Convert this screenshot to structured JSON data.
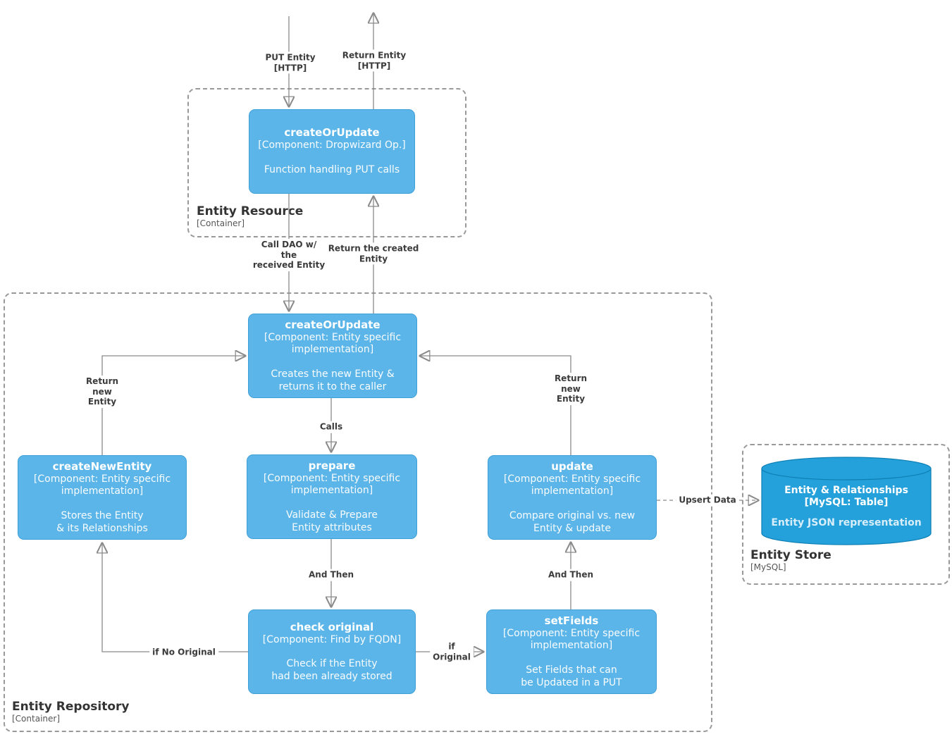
{
  "containers": {
    "entity_resource": {
      "title": "Entity Resource",
      "type": "[Container]"
    },
    "entity_repository": {
      "title": "Entity Repository",
      "type": "[Container]"
    },
    "entity_store": {
      "title": "Entity Store",
      "type": "[MySQL]"
    }
  },
  "components": {
    "create_or_update_resource": {
      "title": "createOrUpdate",
      "meta": "[Component: Dropwizard Op.]",
      "desc": "Function handling PUT calls"
    },
    "create_or_update_repo": {
      "title": "createOrUpdate",
      "meta": "[Component: Entity specific\nimplementation]",
      "desc": "Creates the new Entity &\nreturns it to the caller"
    },
    "create_new_entity": {
      "title": "createNewEntity",
      "meta": "[Component: Entity specific\nimplementation]",
      "desc": "Stores the Entity\n& its Relationships"
    },
    "prepare": {
      "title": "prepare",
      "meta": "[Component: Entity specific\nimplementation]",
      "desc": "Validate & Prepare\nEntity attributes"
    },
    "update": {
      "title": "update",
      "meta": "[Component: Entity specific\nimplementation]",
      "desc": "Compare original vs. new\nEntity & update"
    },
    "check_original": {
      "title": "check original",
      "meta": "[Component: Find by FQDN]",
      "desc": "Check if the Entity\nhad been already stored"
    },
    "set_fields": {
      "title": "setFields",
      "meta": "[Component: Entity specific\nimplementation]",
      "desc": "Set Fields that can\nbe Updated in a PUT"
    }
  },
  "store": {
    "title": "Entity & Relationships",
    "meta": "[MySQL: Table]",
    "desc": "Entity JSON representation"
  },
  "edges": {
    "put_entity": "PUT Entity\n[HTTP]",
    "return_entity": "Return Entity\n[HTTP]",
    "call_dao": "Call DAO w/\nthe\nreceived Entity",
    "return_created": "Return the created\nEntity",
    "calls": "Calls",
    "and_then_left": "And Then",
    "and_then_right": "And Then",
    "if_no_original": "if No Original",
    "if_original": "if\nOriginal",
    "return_new_left": "Return\nnew\nEntity",
    "return_new_right": "Return\nnew\nEntity",
    "upsert_data": "Upsert Data"
  },
  "colors": {
    "node_fill": "#5CB5E8",
    "node_border": "#3FA0D8",
    "store_fill": "#24A0DA",
    "store_border": "#0D7FB5",
    "line": "#8A8A8A",
    "label_text": "#3B3B3B",
    "container_border": "#999999",
    "container_title": "#333333",
    "background": "#FFFFFF"
  }
}
